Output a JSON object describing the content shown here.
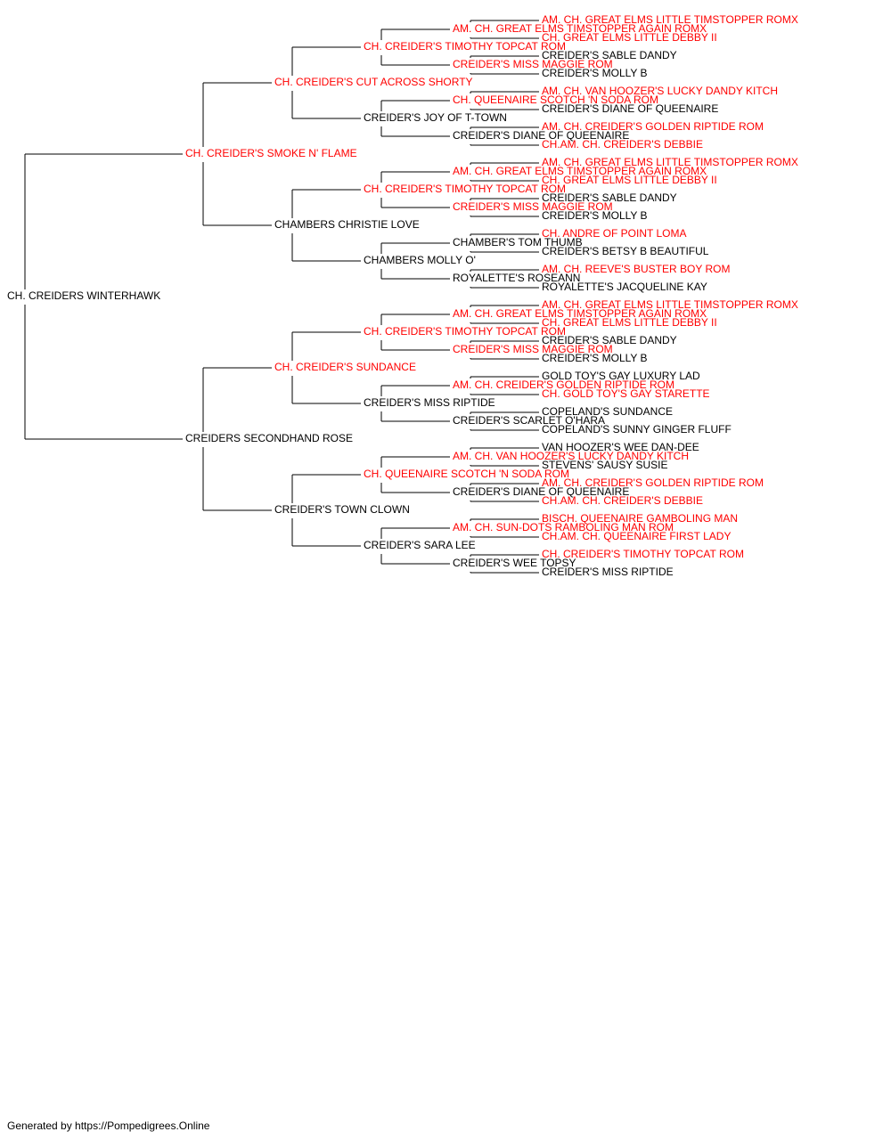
{
  "colors": {
    "champion": "#ff0000",
    "regular": "#000000",
    "lines": "#000000"
  },
  "pedigree": {
    "name": "CH. CREIDERS WINTERHAWK",
    "champion": false,
    "sire": {
      "name": "CH. CREIDER'S SMOKE N' FLAME",
      "champion": true,
      "sire": {
        "name": "CH. CREIDER'S CUT ACROSS SHORTY",
        "champion": true,
        "sire": {
          "name": "CH. CREIDER'S TIMOTHY TOPCAT ROM",
          "champion": true,
          "sire": {
            "name": "AM. CH. GREAT ELMS TIMSTOPPER AGAIN ROMX",
            "champion": true,
            "sire": {
              "name": "AM. CH. GREAT ELMS LITTLE TIMSTOPPER ROMX",
              "champion": true
            },
            "dam": {
              "name": "CH. GREAT ELMS LITTLE DEBBY II",
              "champion": true
            }
          },
          "dam": {
            "name": "CREIDER'S MISS MAGGIE ROM",
            "champion": true,
            "sire": {
              "name": "CREIDER'S SABLE DANDY",
              "champion": false
            },
            "dam": {
              "name": "CREIDER'S MOLLY B",
              "champion": false
            }
          }
        },
        "dam": {
          "name": "CREIDER'S JOY OF T-TOWN",
          "champion": false,
          "sire": {
            "name": "CH. QUEENAIRE SCOTCH 'N SODA ROM",
            "champion": true,
            "sire": {
              "name": "AM. CH. VAN HOOZER'S LUCKY DANDY KITCH",
              "champion": true
            },
            "dam": {
              "name": "CREIDER'S DIANE OF QUEENAIRE",
              "champion": false
            }
          },
          "dam": {
            "name": "CREIDER'S DIANE OF QUEENAIRE",
            "champion": false,
            "sire": {
              "name": "AM. CH. CREIDER'S GOLDEN RIPTIDE ROM",
              "champion": true
            },
            "dam": {
              "name": "CH.AM. CH. CREIDER'S DEBBIE",
              "champion": true
            }
          }
        }
      },
      "dam": {
        "name": "CHAMBERS CHRISTIE LOVE",
        "champion": false,
        "sire": {
          "name": "CH. CREIDER'S TIMOTHY TOPCAT ROM",
          "champion": true,
          "sire": {
            "name": "AM. CH. GREAT ELMS TIMSTOPPER AGAIN ROMX",
            "champion": true,
            "sire": {
              "name": "AM. CH. GREAT ELMS LITTLE TIMSTOPPER ROMX",
              "champion": true
            },
            "dam": {
              "name": "CH. GREAT ELMS LITTLE DEBBY II",
              "champion": true
            }
          },
          "dam": {
            "name": "CREIDER'S MISS MAGGIE ROM",
            "champion": true,
            "sire": {
              "name": "CREIDER'S SABLE DANDY",
              "champion": false
            },
            "dam": {
              "name": "CREIDER'S MOLLY B",
              "champion": false
            }
          }
        },
        "dam": {
          "name": "CHAMBERS MOLLY O'",
          "champion": false,
          "sire": {
            "name": "CHAMBER'S TOM THUMB",
            "champion": false,
            "sire": {
              "name": "CH. ANDRE OF POINT LOMA",
              "champion": true
            },
            "dam": {
              "name": "CREIDER'S BETSY B BEAUTIFUL",
              "champion": false
            }
          },
          "dam": {
            "name": "ROYALETTE'S ROSEANN",
            "champion": false,
            "sire": {
              "name": "AM. CH. REEVE'S BUSTER BOY ROM",
              "champion": true
            },
            "dam": {
              "name": "ROYALETTE'S JACQUELINE KAY",
              "champion": false
            }
          }
        }
      }
    },
    "dam": {
      "name": "CREIDERS SECONDHAND ROSE",
      "champion": false,
      "sire": {
        "name": "CH. CREIDER'S SUNDANCE",
        "champion": true,
        "sire": {
          "name": "CH. CREIDER'S TIMOTHY TOPCAT ROM",
          "champion": true,
          "sire": {
            "name": "AM. CH. GREAT ELMS TIMSTOPPER AGAIN ROMX",
            "champion": true,
            "sire": {
              "name": "AM. CH. GREAT ELMS LITTLE TIMSTOPPER ROMX",
              "champion": true
            },
            "dam": {
              "name": "CH. GREAT ELMS LITTLE DEBBY II",
              "champion": true
            }
          },
          "dam": {
            "name": "CREIDER'S MISS MAGGIE ROM",
            "champion": true,
            "sire": {
              "name": "CREIDER'S SABLE DANDY",
              "champion": false
            },
            "dam": {
              "name": "CREIDER'S MOLLY B",
              "champion": false
            }
          }
        },
        "dam": {
          "name": "CREIDER'S MISS RIPTIDE",
          "champion": false,
          "sire": {
            "name": "AM. CH. CREIDER'S GOLDEN RIPTIDE ROM",
            "champion": true,
            "sire": {
              "name": "GOLD TOY'S GAY LUXURY LAD",
              "champion": false
            },
            "dam": {
              "name": "CH. GOLD TOY'S GAY STARETTE",
              "champion": true
            }
          },
          "dam": {
            "name": "CREIDER'S SCARLET O'HARA",
            "champion": false,
            "sire": {
              "name": "COPELAND'S SUNDANCE",
              "champion": false
            },
            "dam": {
              "name": "COPELAND'S SUNNY GINGER FLUFF",
              "champion": false
            }
          }
        }
      },
      "dam": {
        "name": "CREIDER'S TOWN CLOWN",
        "champion": false,
        "sire": {
          "name": "CH. QUEENAIRE SCOTCH 'N SODA ROM",
          "champion": true,
          "sire": {
            "name": "AM. CH. VAN HOOZER'S LUCKY DANDY KITCH",
            "champion": true,
            "sire": {
              "name": "VAN HOOZER'S WEE DAN-DEE",
              "champion": false
            },
            "dam": {
              "name": "STEVENS' SAUSY SUSIE",
              "champion": false
            }
          },
          "dam": {
            "name": "CREIDER'S DIANE OF QUEENAIRE",
            "champion": false,
            "sire": {
              "name": "AM. CH. CREIDER'S GOLDEN RIPTIDE ROM",
              "champion": true
            },
            "dam": {
              "name": "CH.AM. CH. CREIDER'S DEBBIE",
              "champion": true
            }
          }
        },
        "dam": {
          "name": "CREIDER'S SARA LEE",
          "champion": false,
          "sire": {
            "name": "AM. CH. SUN-DOTS RAMBOLING MAN ROM",
            "champion": true,
            "sire": {
              "name": "BISCH. QUEENAIRE GAMBOLING MAN",
              "champion": true
            },
            "dam": {
              "name": "CH.AM. CH. QUEENAIRE FIRST LADY",
              "champion": true
            }
          },
          "dam": {
            "name": "CREIDER'S WEE TOPSY",
            "champion": false,
            "sire": {
              "name": "CH. CREIDER'S TIMOTHY TOPCAT ROM",
              "champion": true
            },
            "dam": {
              "name": "CREIDER'S MISS RIPTIDE",
              "champion": false
            }
          }
        }
      }
    }
  },
  "footer": {
    "text": "Generated by https://Pompedigrees.Online"
  }
}
